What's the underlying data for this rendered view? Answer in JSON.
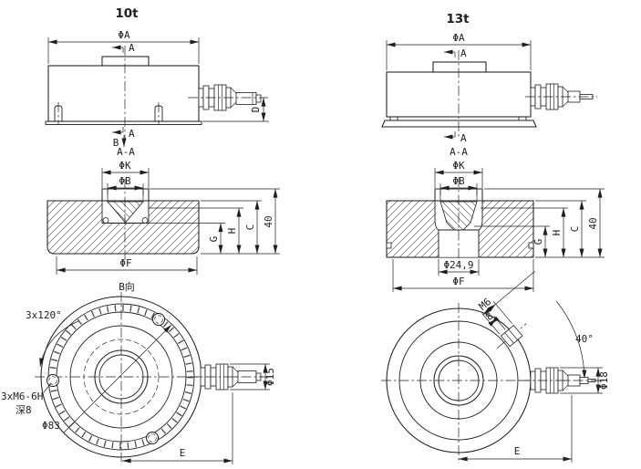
{
  "page": {
    "background": "#ffffff",
    "line_color": "#1f1f1f"
  },
  "v10": {
    "title": "10t",
    "side": {
      "phi_a": "ΦA",
      "sec_top": "A",
      "sec_bottom": "A",
      "view_b": "B",
      "dim_d": "D"
    },
    "section": {
      "label": "A-A",
      "phi_k": "ΦK",
      "phi_b": "ΦB",
      "dim_g": "G",
      "dim_h": "H",
      "dim_c": "C",
      "dim_40": "40",
      "phi_f": "ΦF"
    },
    "bottom": {
      "label": "B向",
      "pattern": "3x120°",
      "thread": "3xM6-6H",
      "depth": "深8",
      "phi_83": "Φ83",
      "phi_15": "Φ15",
      "dim_e": "E"
    }
  },
  "v13": {
    "title": "13t",
    "side": {
      "phi_a": "ΦA",
      "sec_top": "A",
      "sec_bottom": "A"
    },
    "section": {
      "label": "A-A",
      "phi_k": "ΦK",
      "phi_b": "ΦB",
      "dim_g": "G",
      "dim_h": "H",
      "dim_c": "C",
      "dim_40": "40",
      "phi_249": "Φ24,9",
      "phi_f": "ΦF"
    },
    "bottom": {
      "depth": "8",
      "thread": "M6",
      "angle": "40°",
      "phi_18": "Φ18",
      "dim_e": "E"
    }
  }
}
